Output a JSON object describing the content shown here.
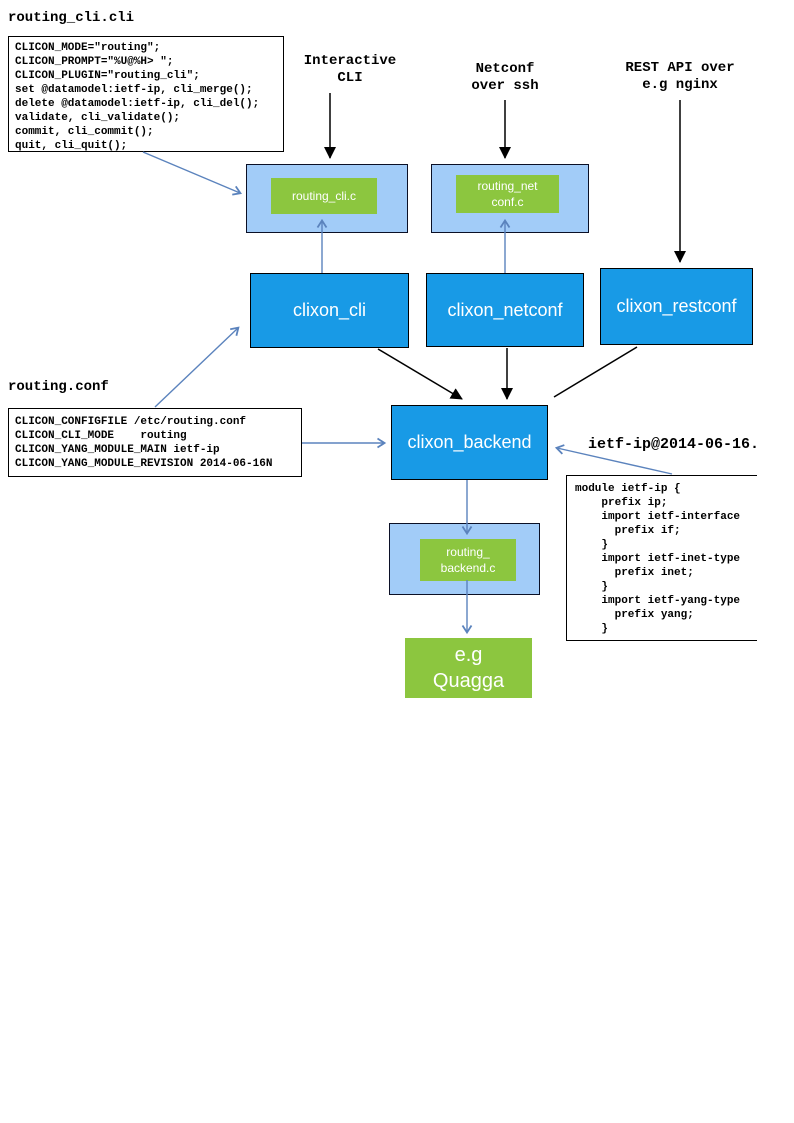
{
  "colors": {
    "process_blue": "#189ae6",
    "plugin_bg": "#a2ccf8",
    "plugin_green": "#8cc63f",
    "arrow_blue": "#5b83bd",
    "arrow_black": "#000000",
    "box_text": "#ffffff"
  },
  "cli_file": {
    "title": "routing_cli.cli",
    "code": "CLICON_MODE=\"routing\";\nCLICON_PROMPT=\"%U@%H> \";\nCLICON_PLUGIN=\"routing_cli\";\nset @datamodel:ietf-ip, cli_merge();\ndelete @datamodel:ietf-ip, cli_del();\nvalidate, cli_validate();\ncommit, cli_commit();\nquit, cli_quit();"
  },
  "conf_file": {
    "title": "routing.conf",
    "code": "CLICON_CONFIGFILE /etc/routing.conf\nCLICON_CLI_MODE    routing\nCLICON_YANG_MODULE_MAIN ietf-ip\nCLICON_YANG_MODULE_REVISION 2014-06-16N"
  },
  "yang": {
    "label": "ietf-ip@2014-06-16.",
    "code": "module ietf-ip {\n    prefix ip;\n    import ietf-interface\n      prefix if;\n    }\n    import ietf-inet-type\n      prefix inet;\n    }\n    import ietf-yang-type\n      prefix yang;\n    }"
  },
  "channels": {
    "interactive": "Interactive\nCLI",
    "netconf": "Netconf\nover ssh",
    "rest": "REST API over\ne.g nginx"
  },
  "plugins": {
    "cli": "routing_cli.c",
    "netconf": "routing_net\nconf.c",
    "backend": "routing_\nbackend.c"
  },
  "daemons": {
    "cli": "clixon_cli",
    "netconf": "clixon_netconf",
    "restconf": "clixon_restconf",
    "backend": "clixon_backend"
  },
  "external": {
    "router": "e.g\nQuagga"
  }
}
